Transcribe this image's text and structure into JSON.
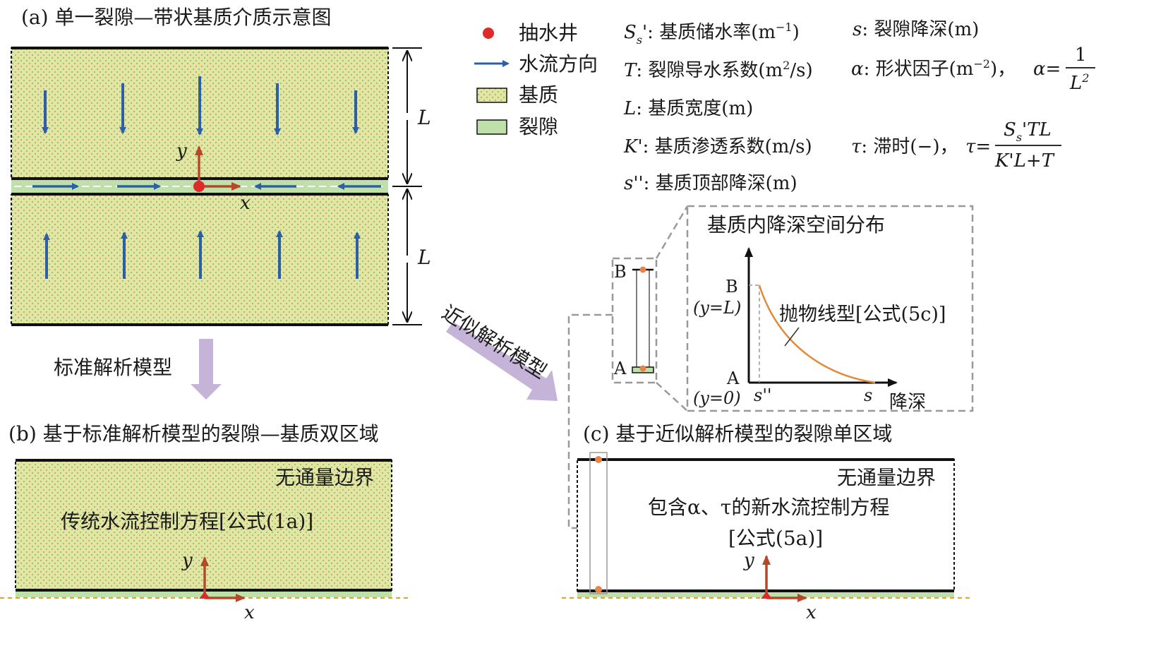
{
  "panel_a": {
    "title": "(a) 单一裂隙—带状基质介质示意图",
    "dim_top": "L",
    "dim_bottom": "L",
    "axis_x": "x",
    "axis_y": "y"
  },
  "legend": {
    "well": "抽水井",
    "flow": "水流方向",
    "matrix": "基质",
    "fracture": "裂隙"
  },
  "params": {
    "ss_sym": "S",
    "ss_sub": "s",
    "ss_text": "': 基质储水率(m",
    "ss_exp": "−1",
    "ss_close": ")",
    "s_sym": "s",
    "s_text": ": 裂隙降深(m)",
    "t_sym": "T",
    "t_text": ": 裂隙导水系数(m",
    "t_exp": "2",
    "t_close": "/s)",
    "alpha_sym": "α",
    "alpha_text": ": 形状因子(m",
    "alpha_exp": "−2",
    "alpha_close": ")，",
    "alpha_eq": "α=",
    "alpha_num": "1",
    "alpha_den": "L",
    "alpha_den_exp": "2",
    "l_sym": "L",
    "l_text": ": 基质宽度(m)",
    "k_sym": "K",
    "k_text": "': 基质渗透系数(m/s)",
    "tau_sym": "τ",
    "tau_text": ": 滞时(−)，",
    "tau_eq": "τ=",
    "tau_num_s": "S",
    "tau_num_sub": "s",
    "tau_num_rest": "'TL",
    "tau_den": "K'L+T",
    "spp_sym": "s",
    "spp_text": "'': 基质顶部降深(m)"
  },
  "inset": {
    "title": "基质内降深空间分布",
    "label_b": "B",
    "label_b_sub": "(y=L)",
    "label_a": "A",
    "label_a_sub": "(y=0)",
    "tick_spp": "s''",
    "tick_s": "s",
    "axis_label": "降深",
    "curve_label": "抛物线型[公式(5c)]",
    "bar_b": "B",
    "bar_a": "A"
  },
  "arrows": {
    "standard": "标准解析模型",
    "approx": "近似解析模型"
  },
  "panel_b": {
    "title": "(b) 基于标准解析模型的裂隙—基质双区域",
    "boundary": "无通量边界",
    "equation": "传统水流控制方程[公式(1a)]",
    "axis_x": "x",
    "axis_y": "y"
  },
  "panel_c": {
    "title": "(c) 基于近似解析模型的裂隙单区域",
    "boundary": "无通量边界",
    "equation_line1": "包含α、τ的新水流控制方程",
    "equation_line2": "[公式(5a)]",
    "axis_x": "x",
    "axis_y": "y"
  },
  "colors": {
    "matrix_fill": "#dce9a0",
    "matrix_dot": "#d07070",
    "fracture_fill": "#bfe0a8",
    "flow_arrow": "#2d5fa6",
    "axis_arrow": "#b5472b",
    "well": "#e02a2a",
    "big_arrow": "#c5b3d8",
    "curve": "#e08a3c",
    "dash_grey": "#999999",
    "dash_orange": "#e8a020"
  }
}
